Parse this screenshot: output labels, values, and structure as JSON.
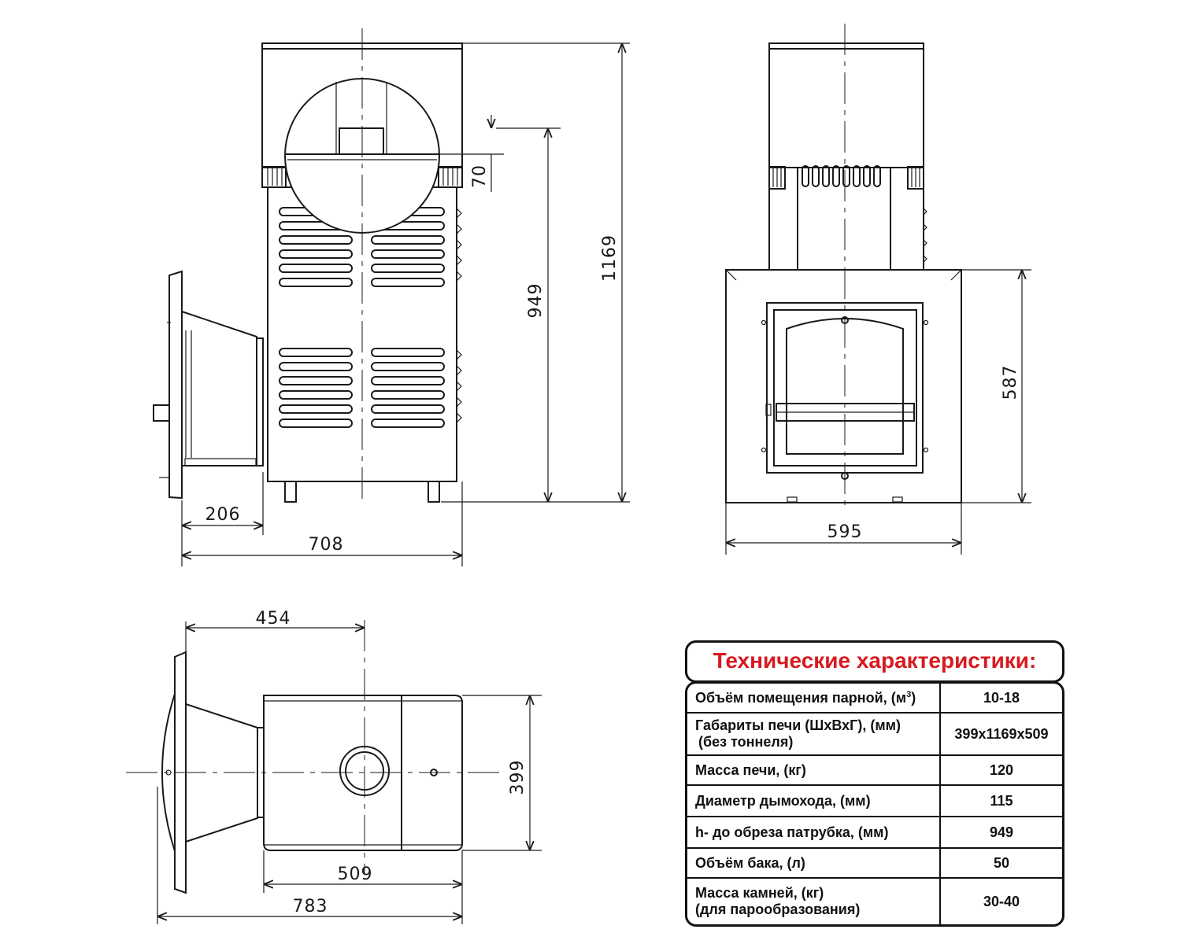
{
  "dimensions": {
    "side_total_height": "1169",
    "side_chimney_height": "949",
    "side_top_gap": "70",
    "side_tunnel_depth": "206",
    "side_total_depth": "708",
    "front_width": "595",
    "front_panel_height": "587",
    "top_axis_offset": "454",
    "top_width": "399",
    "top_body_depth": "509",
    "top_total_depth": "783"
  },
  "specs": {
    "title": "Технические характеристики:",
    "rows": [
      {
        "label": "Объём помещения парной, (м",
        "label_sup": "3",
        "label_suffix": ")",
        "value": "10-18"
      },
      {
        "label": "Габариты печи (ШхВхГ), (мм)",
        "label2": "(без тоннеля)",
        "value": "399x1169x509"
      },
      {
        "label": "Масса печи, (кг)",
        "value": "120"
      },
      {
        "label": "Диаметр дымохода, (мм)",
        "value": "115"
      },
      {
        "label": "h- до обреза патрубка, (мм)",
        "value": "949"
      },
      {
        "label": "Объём бака, (л)",
        "value": "50"
      },
      {
        "label": "Масса камней, (кг)",
        "label2": "(для парообразования)",
        "value": "30-40"
      }
    ]
  }
}
